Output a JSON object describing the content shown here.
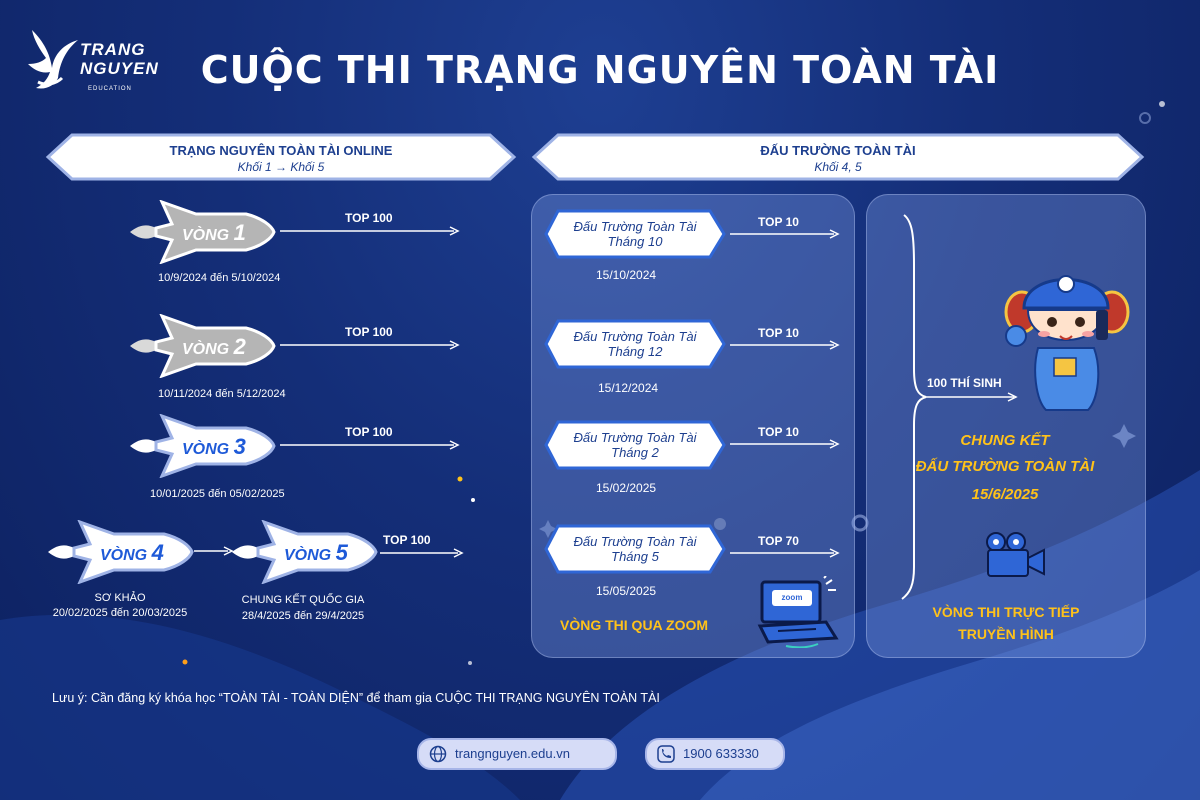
{
  "header": {
    "logo_line1": "TRANG",
    "logo_line2": "NGUYEN",
    "logo_sub": "EDUCATION",
    "title": "CUỘC THI TRẠNG NGUYÊN TOÀN TÀI"
  },
  "left_banner": {
    "title": "TRẠNG NGUYÊN TOÀN TÀI ONLINE",
    "subtitle": "Khối 1 → Khối 5"
  },
  "right_banner": {
    "title": "ĐẤU TRƯỜNG TOÀN TÀI",
    "subtitle": "Khối 4, 5"
  },
  "rounds": [
    {
      "label": "VÒNG",
      "num": "1",
      "result": "TOP 100",
      "dates": "10/9/2024 đến 5/10/2024"
    },
    {
      "label": "VÒNG",
      "num": "2",
      "result": "TOP 100",
      "dates": "10/11/2024 đến 5/12/2024"
    },
    {
      "label": "VÒNG",
      "num": "3",
      "result": "TOP 100",
      "dates": "10/01/2025 đến 05/02/2025"
    },
    {
      "label": "VÒNG",
      "num": "4",
      "caption1": "SƠ KHẢO",
      "dates": "20/02/2025 đến 20/03/2025"
    },
    {
      "label": "VÒNG",
      "num": "5",
      "result": "TOP 100",
      "caption1": "CHUNG KẾT QUỐC GIA",
      "dates": "28/4/2025 đến 29/4/2025"
    }
  ],
  "arena": [
    {
      "line1": "Đấu Trường Toàn Tài",
      "line2": "Tháng 10",
      "result": "TOP 10",
      "date": "15/10/2024"
    },
    {
      "line1": "Đấu Trường Toàn Tài",
      "line2": "Tháng 12",
      "result": "TOP 10",
      "date": "15/12/2024"
    },
    {
      "line1": "Đấu Trường Toàn Tài",
      "line2": "Tháng 2",
      "result": "TOP 10",
      "date": "15/02/2025"
    },
    {
      "line1": "Đấu Trường Toàn Tài",
      "line2": "Tháng 5",
      "result": "TOP 70",
      "date": "15/05/2025"
    }
  ],
  "zoom_caption": "VÒNG THI QUA ZOOM",
  "zoom_badge": "zoom",
  "final": {
    "contestants": "100 THÍ SINH",
    "line1": "CHUNG KẾT",
    "line2": "ĐẤU TRƯỜNG TOÀN TÀI",
    "date": "15/6/2025",
    "broadcast_line1": "VÒNG THI TRỰC TIẾP",
    "broadcast_line2": "TRUYỀN HÌNH"
  },
  "note": "Lưu ý: Cần đăng ký khóa học “TOÀN TÀI - TOÀN DIỆN” để tham gia CUỘC THI TRẠNG NGUYÊN TOÀN TÀI",
  "contact": {
    "website": "trangnguyen.edu.vn",
    "phone": "1900 633330"
  },
  "icons": [
    "logo-bird-icon",
    "rocket-icon",
    "zoom-laptop-icon",
    "mascot-icon",
    "film-camera-icon",
    "globe-icon",
    "phone-icon"
  ],
  "colors": {
    "background": "#142e78",
    "banner": "#ffffff",
    "gold": "#ffc21a",
    "rocket_gray": "#b5b5b5",
    "text_blue": "#1d3f8f"
  }
}
